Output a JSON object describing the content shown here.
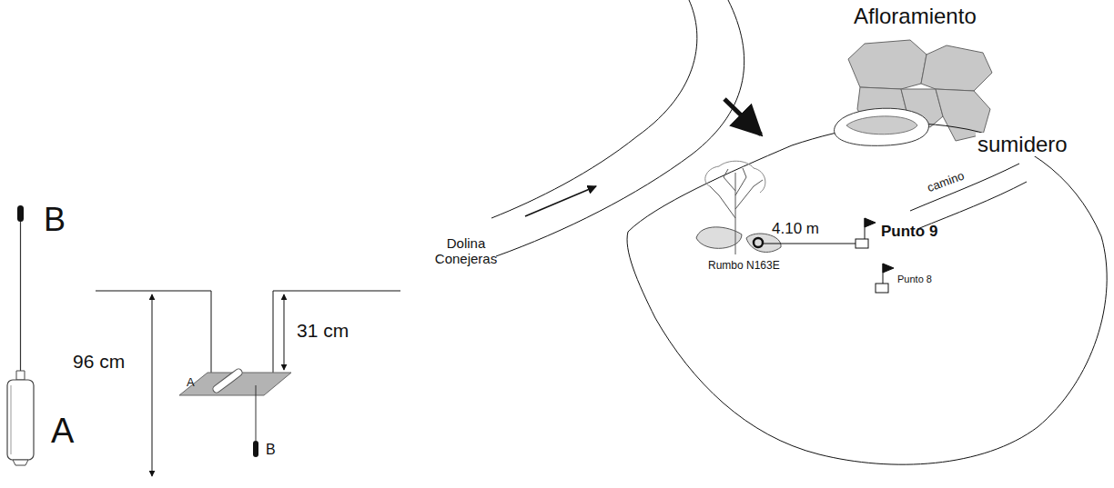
{
  "diagram": {
    "labels": [
      "B",
      "A",
      "96 cm",
      "31 cm",
      "A",
      "B",
      "Afloramiento",
      "sumidero",
      "Dolina Conejeras",
      "camino",
      "Punto 9",
      "4.10 m",
      "Rumbo N163E",
      "Punto 8"
    ]
  }
}
